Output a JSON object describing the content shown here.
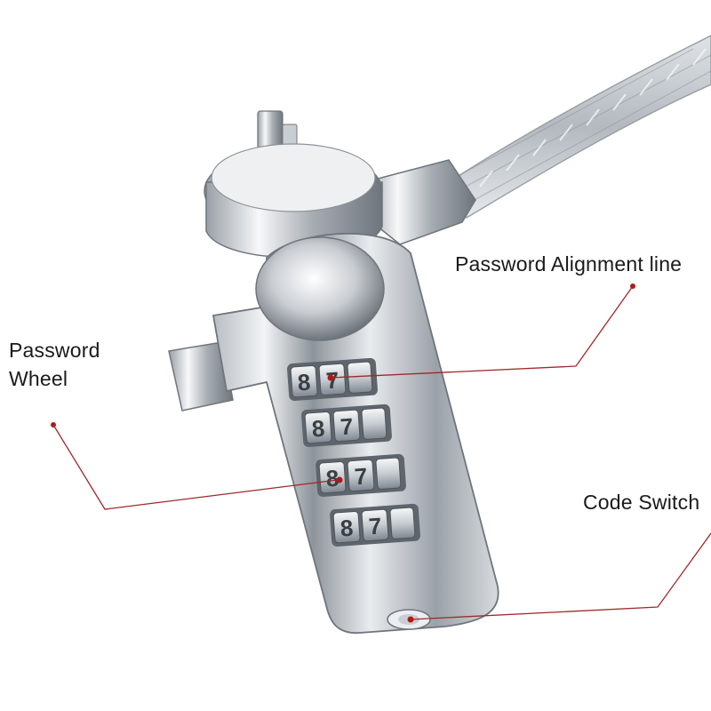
{
  "callouts": [
    {
      "id": "alignment",
      "text": "Password Alignment line"
    },
    {
      "id": "wheel",
      "line1": "Password",
      "line2": "Wheel"
    },
    {
      "id": "switch",
      "text": "Code Switch"
    }
  ],
  "wheels": [
    {
      "digits": [
        "8",
        "7"
      ]
    },
    {
      "digits": [
        "8",
        "7"
      ]
    },
    {
      "digits": [
        "8",
        "7"
      ]
    },
    {
      "digits": [
        "8",
        "7"
      ]
    }
  ],
  "colors": {
    "leader_line": "#9b2b2b",
    "leader_dot": "#b01818",
    "metal_light": "#f4f6f8",
    "metal_dark": "#8a9097"
  }
}
